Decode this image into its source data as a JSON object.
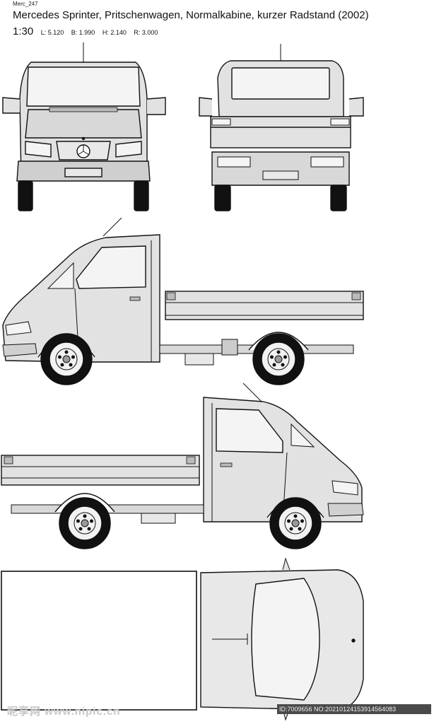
{
  "header": {
    "code": "Merc_247",
    "title": "Mercedes Sprinter, Pritschenwagen, Normalkabine, kurzer Radstand (2002)",
    "scale": "1:30",
    "dimensions": [
      "L: 5.120",
      "B: 1.990",
      "H: 2.140",
      "R: 3.000"
    ]
  },
  "watermark": {
    "site": "昵享网 www.nipic.cn",
    "id_text": "ID:7009656 NO:20210124153914564083"
  },
  "colors": {
    "body_fill": "#e2e2e2",
    "glass_fill": "#f4f4f4",
    "line": "#111111",
    "tire": "#111111"
  }
}
